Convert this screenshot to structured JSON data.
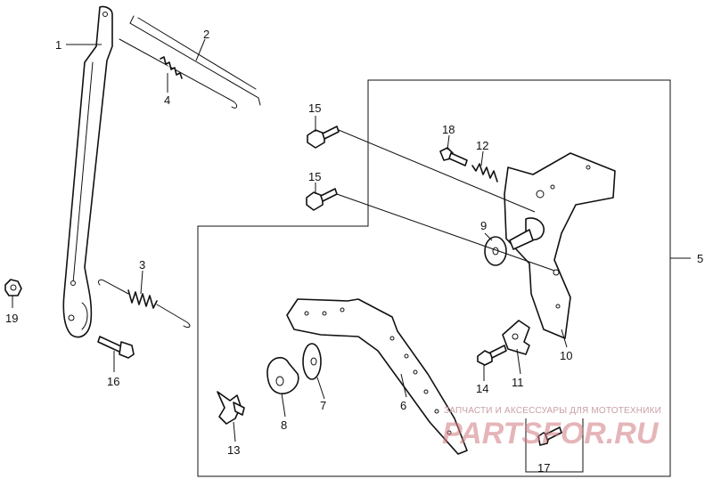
{
  "diagram": {
    "callouts": [
      "1",
      "2",
      "3",
      "4",
      "5",
      "6",
      "7",
      "8",
      "9",
      "10",
      "11",
      "12",
      "13",
      "14",
      "15",
      "15",
      "16",
      "17",
      "18",
      "19"
    ]
  },
  "watermark": {
    "tagline": "ЗАПЧАСТИ И АКСЕССУАРЫ ДЛЯ МОТОТЕХНИКИ",
    "brand": "PARTSFOR.RU"
  }
}
